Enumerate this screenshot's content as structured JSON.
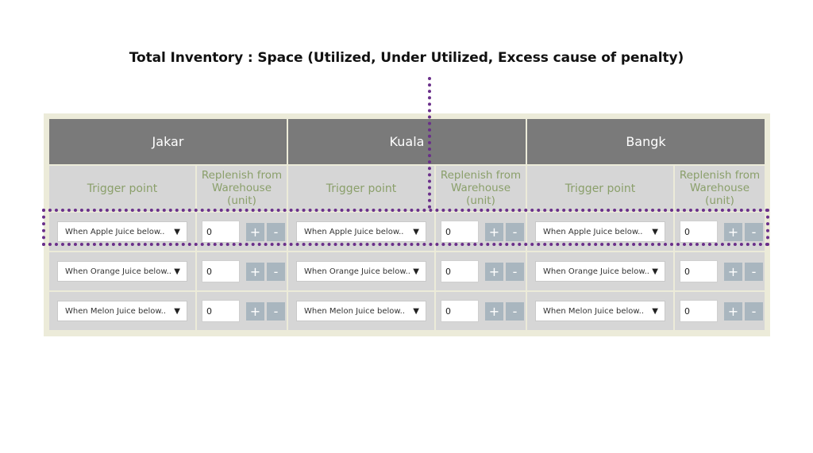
{
  "title": "Total Inventory : Space (Utilized, Under Utilized, Excess cause of  penalty)",
  "cities": [
    {
      "name": "Jakar"
    },
    {
      "name": "Kuala"
    },
    {
      "name": "Bangk"
    }
  ],
  "columns": {
    "trigger_label": "Trigger point",
    "replenish_label": "Replenish from Warehouse (unit)"
  },
  "rows": [
    {
      "trigger": "When Apple Juice below..",
      "value": "0"
    },
    {
      "trigger": "When Orange Juice below..",
      "value": "0"
    },
    {
      "trigger": "When Melon Juice below..",
      "value": "0"
    }
  ],
  "buttons": {
    "plus": "+",
    "minus": "-"
  },
  "caret": "▼",
  "colors": {
    "header_bg": "#7a7a7a",
    "subheader_text": "#8a9f6a",
    "cell_bg": "#d6d6d6",
    "button_bg": "#a9b6bf",
    "highlight_dots": "#6a2f8a",
    "panel_bg": "#ecebd9"
  }
}
